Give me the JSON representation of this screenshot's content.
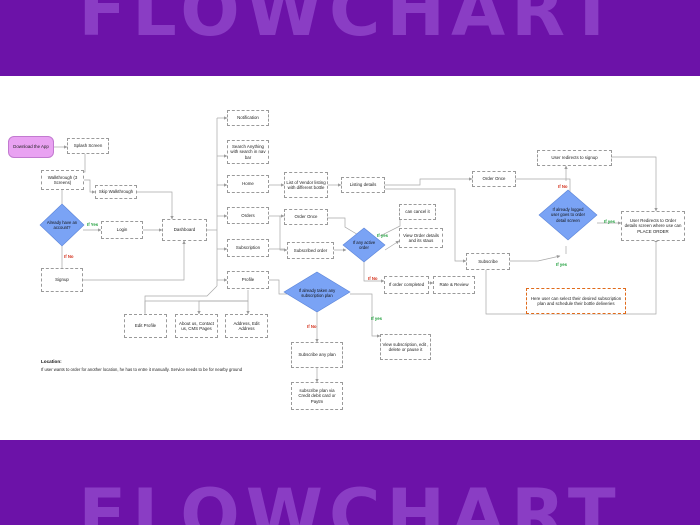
{
  "watermark": "FLOWCHART",
  "nodes": {
    "download": "Download the App",
    "splash": "Splash Screen",
    "walkthrough": "Walkthrough (3 Screens)",
    "skip": "Skip Walkthrough",
    "login": "Login",
    "signup": "Signup",
    "dashboard": "Dashboard",
    "notification": "Notification",
    "search": "Search Anything with search in nav bar",
    "home": "Home",
    "orders": "Orders",
    "subscription": "Subscription",
    "profile": "Profile",
    "vendor_list": "List of Vendor listing with different bottle",
    "listing_details": "Listing details",
    "order_once_mid": "Order Once",
    "subscribed_order": "Subscribed order",
    "can_cancel": "can cancel it",
    "view_order": "View Order details and its staus",
    "order_completed": "If order completed",
    "rate_review": "Rate & Review",
    "order_once_right": "Order Once",
    "user_signup": "User redirects to signup",
    "subscribe_right": "Subscribe",
    "redirect_order": "User Redirects to Order details screen where use can PLACE ORDER",
    "note_subscription": "Here user can select their desired subscription plan and schedule their bottle deliveries",
    "edit_profile": "Edit Profile",
    "about_us": "About us, Contact us, CMS Pages",
    "address": "Address, Edit Address",
    "subscribe_plan": "Subscribe any plan",
    "subscribe_credit": "subscribe plan via Credit debit card or Paytm",
    "view_subscription": "View subscription, edit , delete or pause it"
  },
  "decisions": {
    "account": "Already have an account?",
    "active_order": "If any active order",
    "logged_in": "If already logged user goes to order detail screen",
    "taken_sub": "If already taken any subscription plan"
  },
  "edge_labels": {
    "yes": "If Yes",
    "no": "If No",
    "yes_short": "If yes",
    "no_short": "If No"
  },
  "location": {
    "title": "Location:",
    "text": "If user wants to order for another location, he has to entre it manually. Service needs to be for nearby ground"
  }
}
